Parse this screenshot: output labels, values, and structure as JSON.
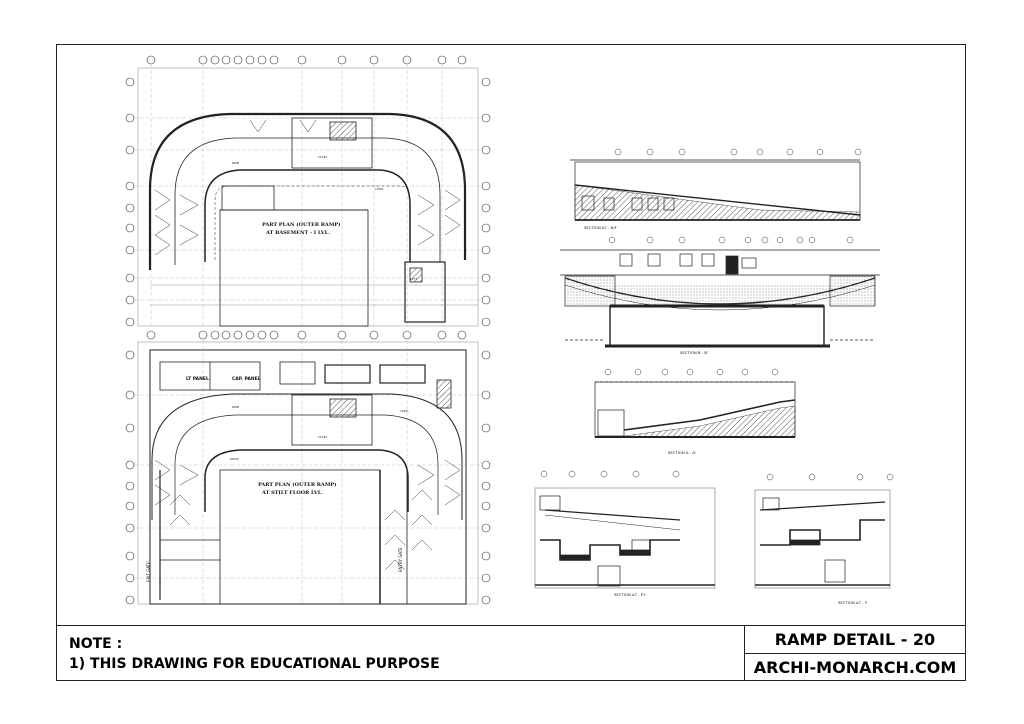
{
  "title_block": {
    "note_heading": "NOTE :",
    "note_line": "1) THIS DRAWING FOR EDUCATIONAL PURPOSE",
    "sheet_title": "RAMP DETAIL - 20",
    "website": "ARCHI-MONARCH.COM"
  },
  "plans": {
    "basement_title_1": "PART PLAN (OUTER RAMP)",
    "basement_title_2": "AT BASEMENT - I LVL.",
    "stilt_title_1": "PART PLAN (OUTER RAMP)",
    "stilt_title_2": "AT STILT FLOOR LVL.",
    "lt_panel": "LT PANEL",
    "cap_panel": "CAP. PANEL",
    "exit_gate": "EXIT GATE",
    "entry_gate": "ENTRY GATE"
  },
  "sections": {
    "s1": "SECTION A7 - B/F",
    "s2": "SECTION B - B'",
    "s3": "SECTION A - A'",
    "s4": "SECTION A7 - P1",
    "s5": "SECTION A7 - Y"
  },
  "colors": {
    "line": "#222222",
    "light": "#777777",
    "hatch": "#555555"
  }
}
